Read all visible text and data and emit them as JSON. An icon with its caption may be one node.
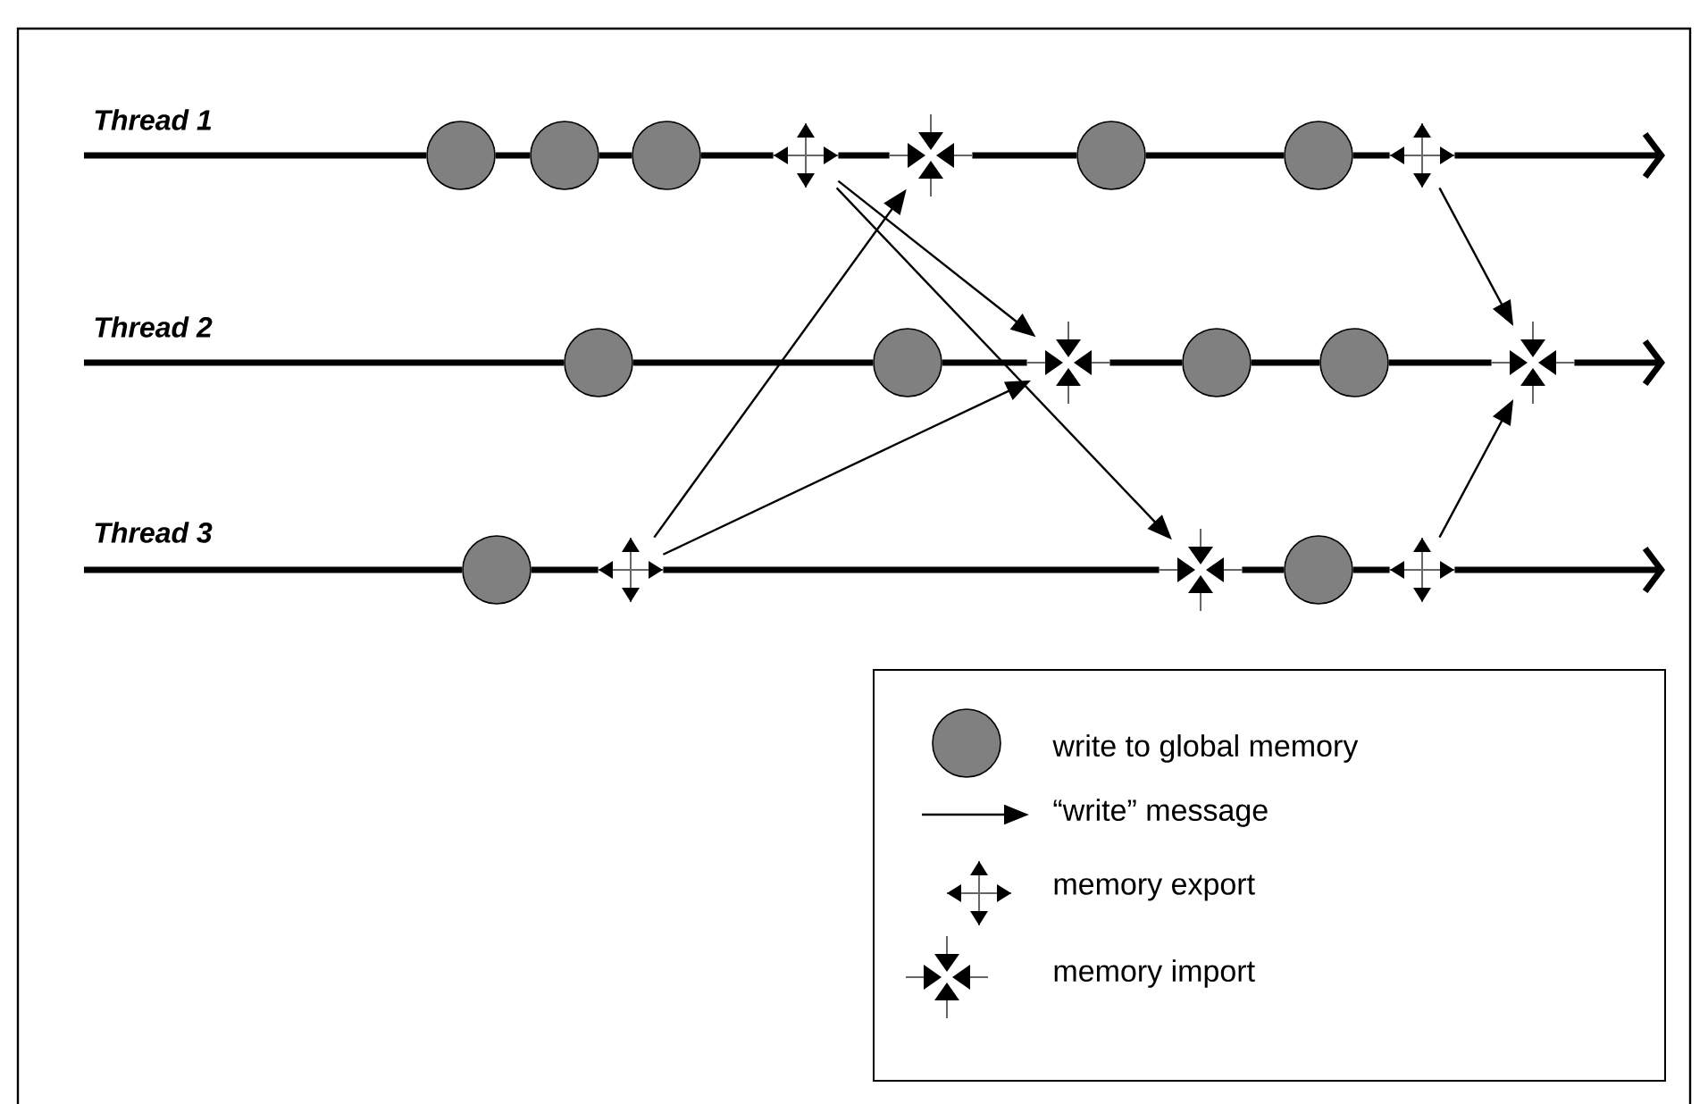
{
  "diagram": {
    "nodes": [
      {
        "text": [],
        "shape": "circle"
      },
      {
        "text": [],
        "shape": "circle"
      },
      {
        "text": [],
        "shape": "circle"
      },
      {
        "text": [],
        "shape": "cross"
      },
      {
        "text": [],
        "shape": "star"
      },
      {
        "text": [],
        "shape": "circle"
      },
      {
        "text": [],
        "shape": "circle"
      },
      {
        "text": [],
        "shape": "cross"
      },
      {
        "text": [],
        "shape": "circle"
      },
      {
        "text": [],
        "shape": "circle"
      },
      {
        "text": [],
        "shape": "star"
      },
      {
        "text": [],
        "shape": "circle"
      },
      {
        "text": [],
        "shape": "circle"
      },
      {
        "text": [],
        "shape": "star"
      },
      {
        "text": [],
        "shape": "circle"
      },
      {
        "text": [],
        "shape": "cross"
      },
      {
        "text": [],
        "shape": "star"
      },
      {
        "text": [],
        "shape": "circle"
      },
      {
        "text": [],
        "shape": "cross"
      }
    ],
    "edges": [
      {
        "from": 3,
        "to": 10,
        "arrow": "to"
      },
      {
        "from": 3,
        "to": 16,
        "arrow": "to"
      },
      {
        "from": 15,
        "to": 4,
        "arrow": "to"
      },
      {
        "from": 15,
        "to": 10,
        "arrow": "to"
      },
      {
        "from": 7,
        "to": 13,
        "arrow": "to"
      },
      {
        "from": 18,
        "to": 13,
        "arrow": "to"
      },
      {
        "from": null,
        "to": 0,
        "arrow": "none"
      },
      {
        "from": 0,
        "to": 1,
        "arrow": "none"
      },
      {
        "from": 1,
        "to": 2,
        "arrow": "none"
      },
      {
        "from": 2,
        "to": 3,
        "arrow": "none"
      },
      {
        "from": 3,
        "to": 4,
        "arrow": "none"
      },
      {
        "from": 4,
        "to": 5,
        "arrow": "none"
      },
      {
        "from": 5,
        "to": 6,
        "arrow": "none"
      },
      {
        "from": 6,
        "to": 7,
        "arrow": "none"
      },
      {
        "from": 7,
        "to": null,
        "arrow": "to"
      },
      {
        "from": null,
        "to": 8,
        "arrow": "none"
      },
      {
        "from": 8,
        "to": 9,
        "arrow": "none"
      },
      {
        "from": 9,
        "to": 10,
        "arrow": "none"
      },
      {
        "from": 10,
        "to": 11,
        "arrow": "none"
      },
      {
        "from": 11,
        "to": 12,
        "arrow": "none"
      },
      {
        "from": 12,
        "to": 13,
        "arrow": "none"
      },
      {
        "from": 13,
        "to": null,
        "arrow": "to"
      },
      {
        "from": null,
        "to": 14,
        "arrow": "none"
      },
      {
        "from": 14,
        "to": 15,
        "arrow": "none"
      },
      {
        "from": 15,
        "to": 16,
        "arrow": "none"
      },
      {
        "from": 16,
        "to": 17,
        "arrow": "none"
      },
      {
        "from": 17,
        "to": 18,
        "arrow": "none"
      },
      {
        "from": 18,
        "to": null,
        "arrow": "to"
      }
    ],
    "labels": [
      "Thread 1",
      "Thread 2",
      "Thread 3"
    ],
    "legend": [
      {
        "text": "write to global memory"
      },
      {
        "text": "“write” message"
      },
      {
        "text": "memory export"
      },
      {
        "text": "memory import"
      }
    ]
  }
}
